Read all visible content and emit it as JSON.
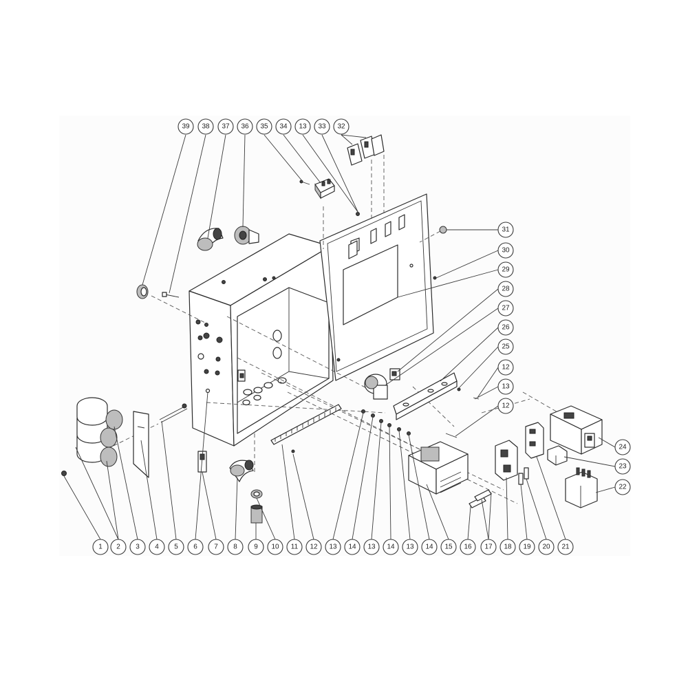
{
  "diagram": {
    "bottom_callouts": [
      "1",
      "2",
      "3",
      "4",
      "5",
      "6",
      "7",
      "8",
      "9",
      "10",
      "11",
      "12",
      "13",
      "14",
      "13",
      "14",
      "13",
      "14",
      "15",
      "16",
      "17",
      "18",
      "19",
      "20",
      "21"
    ],
    "top_callouts": [
      "39",
      "38",
      "37",
      "36",
      "35",
      "34",
      "13",
      "33",
      "32"
    ],
    "right_callouts": [
      "31",
      "30",
      "29",
      "28",
      "27",
      "26",
      "25",
      "12",
      "13",
      "12",
      "24",
      "23",
      "22"
    ]
  }
}
